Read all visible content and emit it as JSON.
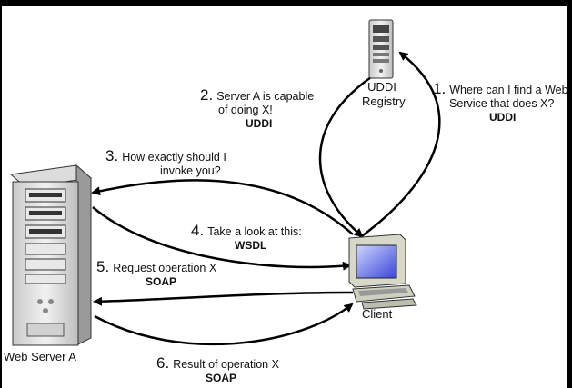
{
  "nodes": {
    "uddi_registry": {
      "line1": "UDDI",
      "line2": "Registry"
    },
    "client": {
      "label": "Client"
    },
    "web_server": {
      "label": "Web Server A"
    }
  },
  "steps": [
    {
      "number": "1.",
      "line1": "Where can I find a Web",
      "line2": "Service that does X?",
      "protocol": "UDDI"
    },
    {
      "number": "2.",
      "line1": "Server A is capable",
      "line2": "of doing X!",
      "protocol": "UDDI"
    },
    {
      "number": "3.",
      "line1": "How exactly should I",
      "line2": "invoke you?",
      "protocol": ""
    },
    {
      "number": "4.",
      "line1": "Take a look at this:",
      "line2": "",
      "protocol": "WSDL"
    },
    {
      "number": "5.",
      "line1": "Request operation X",
      "line2": "",
      "protocol": "SOAP"
    },
    {
      "number": "6.",
      "line1": "Result of operation X",
      "line2": "",
      "protocol": "SOAP"
    }
  ]
}
